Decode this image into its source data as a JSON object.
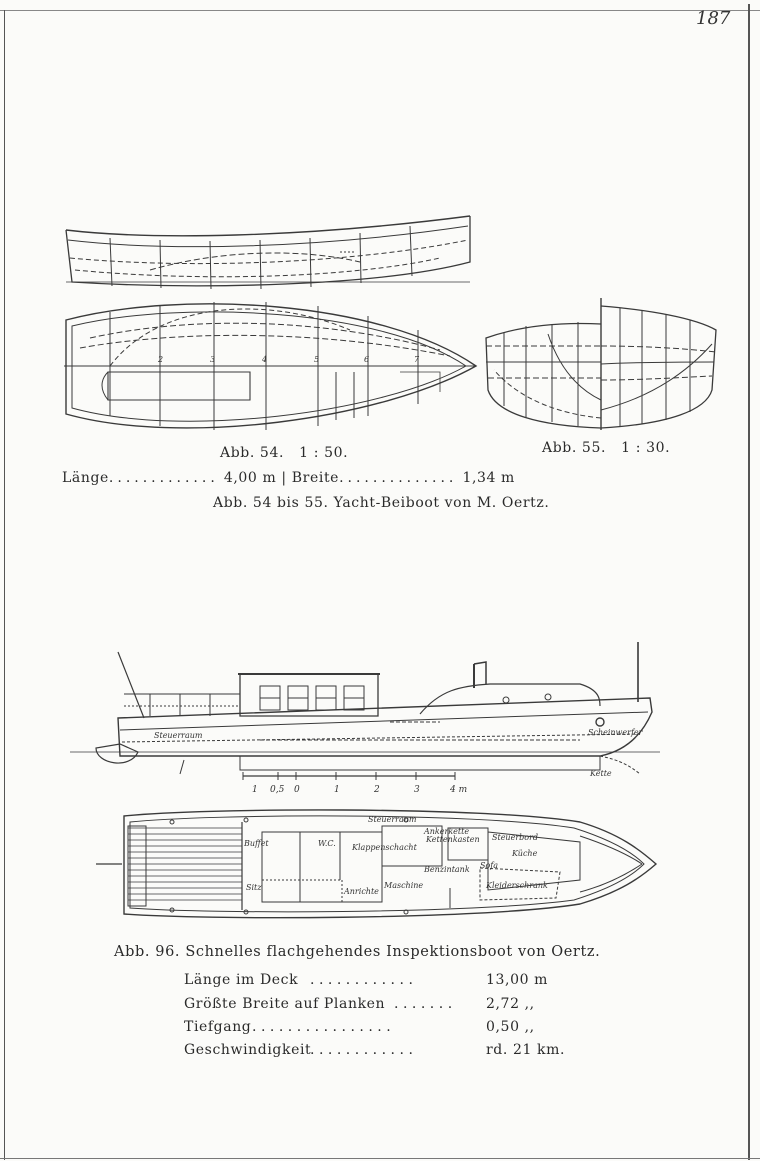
{
  "page_number": "187",
  "fig54": {
    "caption": "Abb. 54.",
    "scale": "1 : 50.",
    "station_labels": [
      "2",
      "3",
      "4",
      "5",
      "6",
      "7"
    ]
  },
  "fig55": {
    "caption": "Abb. 55.",
    "scale": "1 : 30."
  },
  "dims_54_55": {
    "length_label": "Länge",
    "length_value": "4,00 m",
    "separator": "|",
    "width_label": "Breite",
    "width_value": "1,34 m"
  },
  "caption_54_55": "Abb. 54 bis 55. Yacht-Beiboot von M. Oertz.",
  "fig96": {
    "labels_profile": [
      "Steuerraum",
      "Scheinwerfer",
      "Kette"
    ],
    "scale_bar": [
      "1",
      "0,5",
      "0",
      "1",
      "2",
      "3",
      "4 m"
    ],
    "labels_plan": [
      "Buffet",
      "W.C.",
      "Klappenschacht",
      "Steuerraum",
      "Ankerkette",
      "Kettenkasten",
      "Küche",
      "Benzintank",
      "Steuerbord",
      "Maschine",
      "Sofa",
      "Kleiderschrank",
      "Sitz",
      "Anrichte"
    ],
    "caption": "Abb. 96. Schnelles flachgehendes Inspektionsboot von Oertz."
  },
  "specs": [
    {
      "label": "Länge im Deck",
      "value": "13,00 m"
    },
    {
      "label": "Größte Breite auf Planken",
      "value": "2,72 ,,"
    },
    {
      "label": "Tiefgang",
      "value": "0,50 ,,"
    },
    {
      "label": "Geschwindigkeit",
      "value": "rd. 21 km."
    }
  ]
}
